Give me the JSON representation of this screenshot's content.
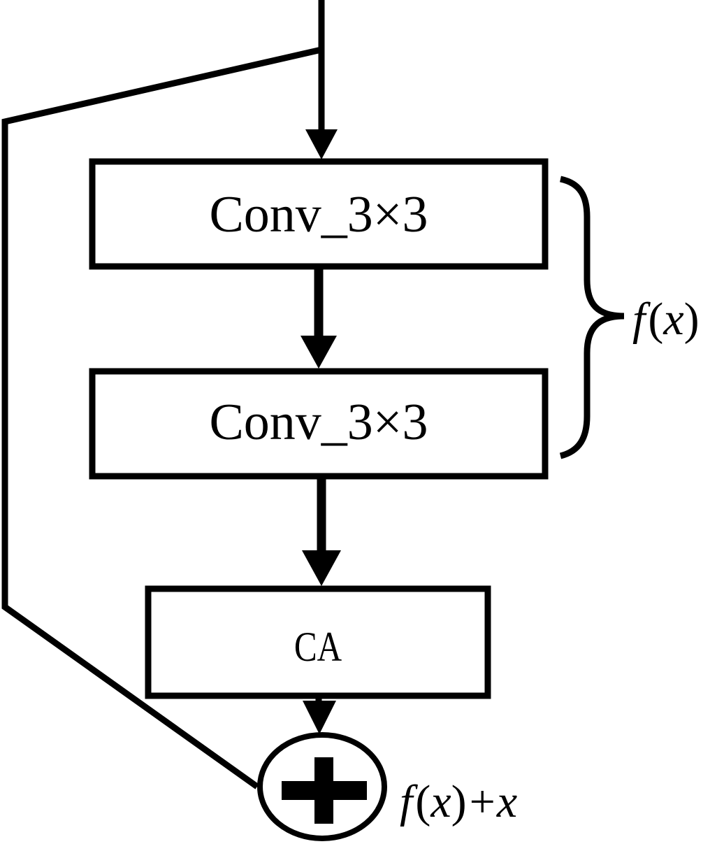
{
  "diagram": {
    "title": "Residual block with channel attention",
    "nodes": [
      {
        "id": "conv1",
        "label": "Conv_3×3"
      },
      {
        "id": "conv2",
        "label": "Conv_3×3"
      },
      {
        "id": "ca",
        "label": "CA"
      },
      {
        "id": "add",
        "label": "+"
      }
    ],
    "edges": [
      {
        "from": "input",
        "to": "conv1"
      },
      {
        "from": "conv1",
        "to": "conv2"
      },
      {
        "from": "conv2",
        "to": "ca"
      },
      {
        "from": "ca",
        "to": "add"
      },
      {
        "from": "input",
        "to": "add",
        "type": "skip"
      }
    ],
    "brace_label": {
      "func": "f",
      "open": "(",
      "var": "x",
      "close": ")"
    },
    "output_label": {
      "func": "f",
      "open": "(",
      "var": "x",
      "close": ")",
      "op": "+",
      "var2": "x"
    },
    "colors": {
      "stroke": "#000000",
      "background": "#ffffff"
    }
  }
}
